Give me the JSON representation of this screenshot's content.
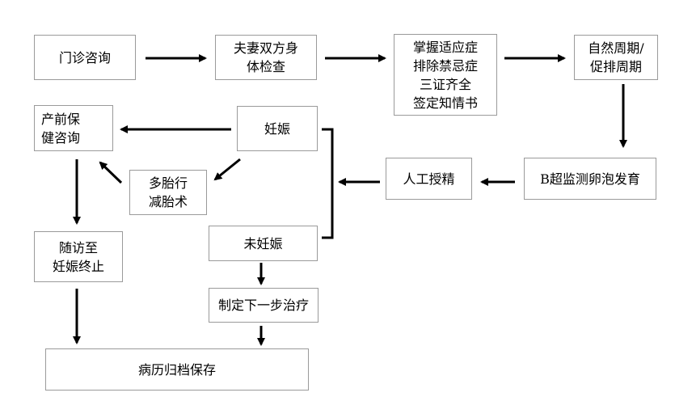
{
  "nodes": {
    "consult": "门诊咨询",
    "couple_exam": "夫妻双方身\n体检查",
    "indications": "掌握适应症\n排除禁忌症\n三证齐全\n签定知情书",
    "cycle": "自然周期/\n促排周期",
    "ultrasound": "B超监测卵泡发育",
    "insemination": "人工授精",
    "pregnant": "妊娠",
    "not_pregnant": "未妊娠",
    "prenatal": "产前保\n健咨询",
    "reduction": "多胎行\n减胎术",
    "followup": "随访至\n妊娠终止",
    "next_plan": "制定下一步治疗",
    "archive": "病历归档保存"
  }
}
